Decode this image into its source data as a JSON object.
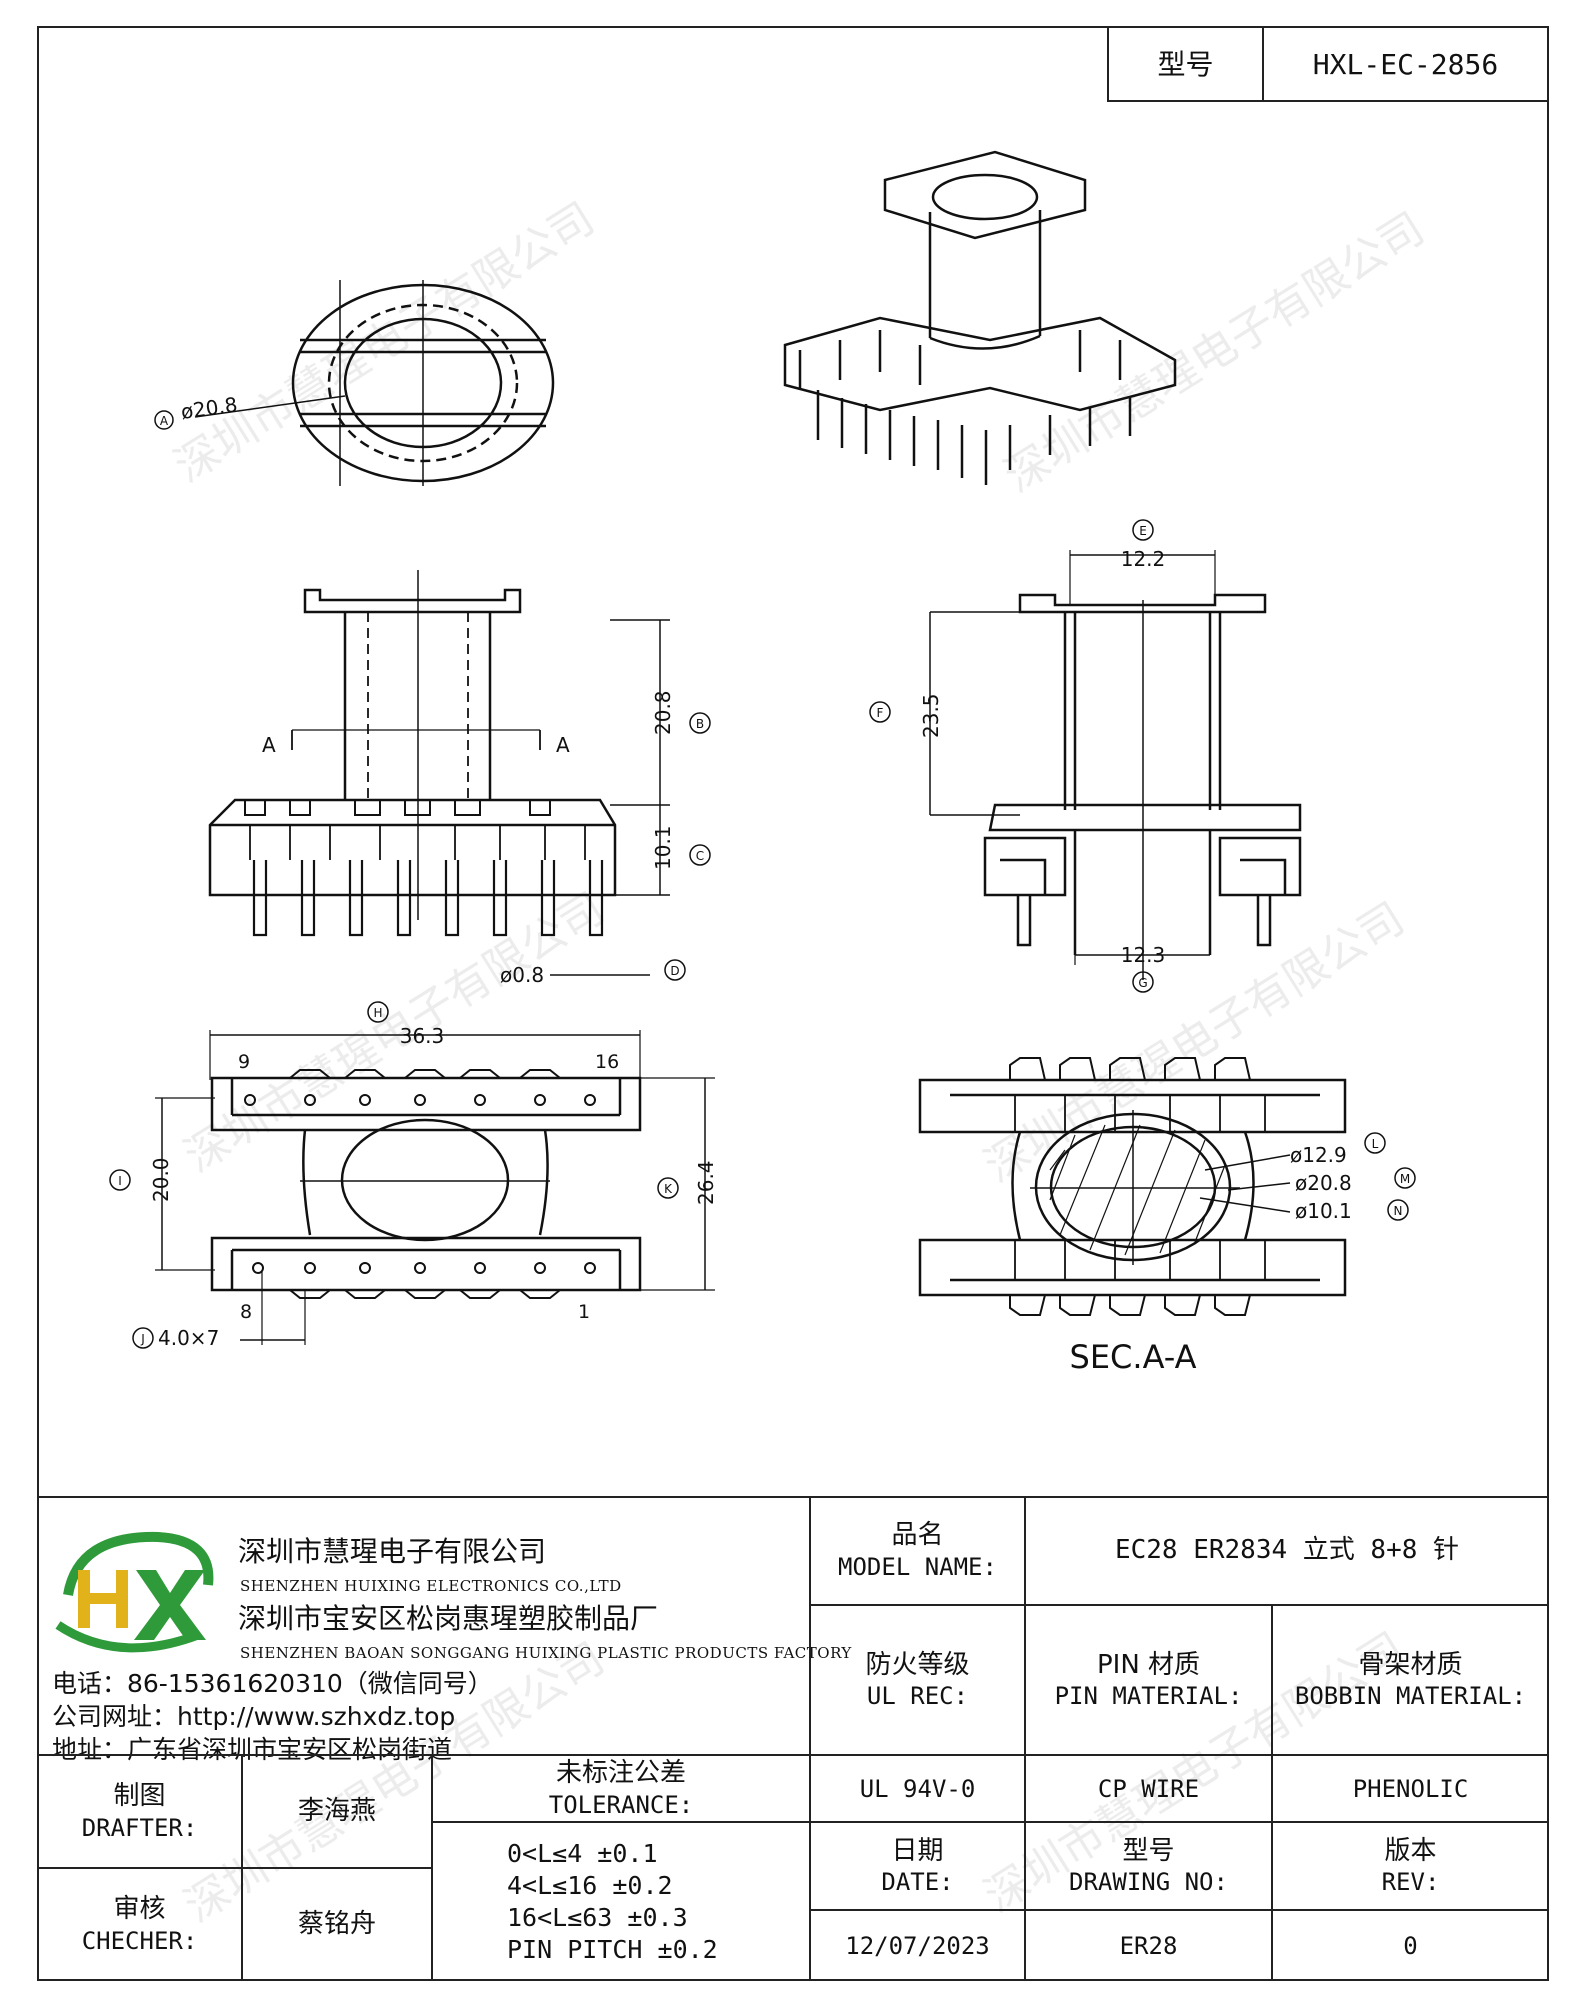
{
  "header": {
    "model_label": "型号",
    "model_value": "HXL-EC-2856"
  },
  "drawing": {
    "top_view": {
      "dia_label": "A",
      "dia_value": "ø20.8"
    },
    "front_view": {
      "height_top": "20.8",
      "height_top_label": "B",
      "height_base": "10.1",
      "height_base_label": "C",
      "pin_dia": "ø0.8",
      "pin_dia_label": "D",
      "section_left": "A",
      "section_right": "A"
    },
    "side_view": {
      "top_width": "12.2",
      "top_width_label": "E",
      "height": "23.5",
      "height_label": "F",
      "bottom_width": "12.3",
      "bottom_width_label": "G"
    },
    "bottom_view": {
      "width": "36.3",
      "width_label": "H",
      "inner": "20.0",
      "inner_label": "I",
      "outer": "26.4",
      "outer_label": "K",
      "pitch": "4.0×7",
      "pitch_label": "J",
      "pin9": "9",
      "pin16": "16",
      "pin8": "8",
      "pin1": "1"
    },
    "section_view": {
      "title": "SEC.A-A",
      "d1": "ø12.9",
      "d1_label": "L",
      "d2": "ø20.8",
      "d2_label": "M",
      "d3": "ø10.1",
      "d3_label": "N"
    }
  },
  "watermark": "深圳市慧瑆电子有限公司",
  "company": {
    "name_cn": "深圳市慧瑆电子有限公司",
    "name_en": "SHENZHEN HUIXING ELECTRONICS CO.,LTD",
    "factory_cn": "深圳市宝安区松岗惠瑆塑胶制品厂",
    "factory_en": "SHENZHEN BAOAN SONGGANG HUIXING PLASTIC PRODUCTS FACTORY",
    "phone": "电话：86-15361620310（微信同号）",
    "website": "公司网址：http://www.szhxdz.top",
    "address": "地址：广东省深圳市宝安区松岗街道",
    "colors": {
      "logo_green": "#2e9a3a",
      "logo_yellow": "#e2b21a"
    }
  },
  "title_block": {
    "model_name_cn": "品名",
    "model_name_en": "MODEL NAME:",
    "model_name_value": "EC28 ER2834 立式 8+8 针",
    "ul_cn": "防火等级",
    "ul_en": "UL REC:",
    "pin_cn": "PIN 材质",
    "pin_en": "PIN MATERIAL:",
    "bobbin_cn": "骨架材质",
    "bobbin_en": "BOBBIN MATERIAL:",
    "ul_value": "UL 94V-0",
    "pin_value": "CP WIRE",
    "bobbin_value": "PHENOLIC",
    "drafter_cn": "制图",
    "drafter_en": "DRAFTER:",
    "drafter_name": "李海燕",
    "checker_cn": "审核",
    "checker_en": "CHECHER:",
    "checker_name": "蔡铭舟",
    "tolerance_cn": "未标注公差",
    "tolerance_en": "TOLERANCE:",
    "tolerance_rows": [
      "0<L≤4  ±0.1",
      "4<L≤16 ±0.2",
      "16<L≤63 ±0.3",
      "PIN PITCH ±0.2"
    ],
    "date_cn": "日期",
    "date_en": "DATE:",
    "date_value": "12/07/2023",
    "drawing_no_cn": "型号",
    "drawing_no_en": "DRAWING NO:",
    "drawing_no_value": "ER28",
    "rev_cn": "版本",
    "rev_en": "REV:",
    "rev_value": "0"
  }
}
